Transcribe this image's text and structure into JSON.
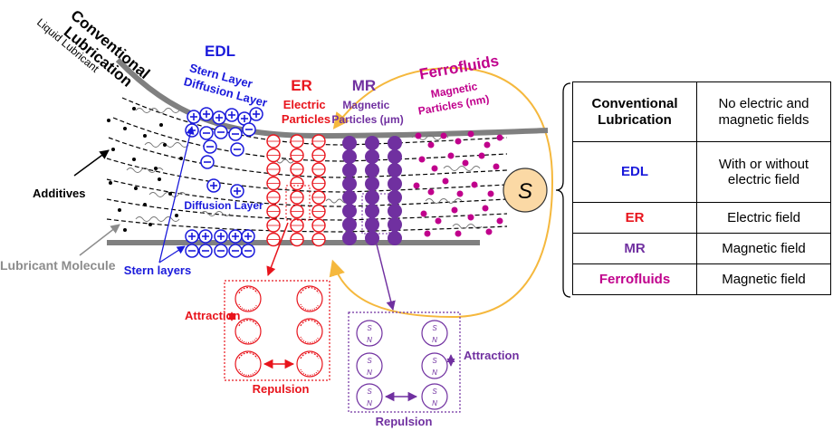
{
  "labels": {
    "conventional_lubrication": [
      "Conventional",
      "Lubrication"
    ],
    "liquid_lubricant": "Liquid Lubricant",
    "edl": "EDL",
    "stern_layer": "Stern Layer",
    "diffusion_layer_top": "Diffusion Layer",
    "er": "ER",
    "electric_particles": [
      "Electric",
      "Particles"
    ],
    "mr": "MR",
    "magnetic_particles_um": [
      "Magnetic",
      "Particles (μm)"
    ],
    "ferrofluids": "Ferrofluids",
    "magnetic_particles_nm": [
      "Magnetic",
      "Particles (nm)"
    ],
    "additives": "Additives",
    "diffusion_layer_mid": "Diffusion Layer",
    "lubricant_molecule": "Lubricant Molecule",
    "stern_layers": "Stern layers",
    "s_symbol": "S",
    "er_attraction": "Attraction",
    "er_repulsion": "Repulsion",
    "mr_attraction": "Attraction",
    "mr_repulsion": "Repulsion",
    "pole_s": "S",
    "pole_n": "N"
  },
  "colors": {
    "edl": "#1a1adb",
    "er": "#e8141c",
    "mr": "#7030a0",
    "ferrofluids": "#c0008c",
    "surface": "#7f7f7f",
    "loop": "#f5b83d",
    "s_circle": "#fbd9a5"
  },
  "table": {
    "rows": [
      {
        "method": [
          "Conventional",
          "Lubrication"
        ],
        "condition": [
          "No electric and",
          "magnetic fields"
        ],
        "color": "#000000"
      },
      {
        "method": [
          "EDL"
        ],
        "condition": [
          "With or without",
          "electric field"
        ],
        "color": "#1a1adb"
      },
      {
        "method": [
          "ER"
        ],
        "condition": [
          "Electric field"
        ],
        "color": "#e8141c"
      },
      {
        "method": [
          "MR"
        ],
        "condition": [
          "Magnetic field"
        ],
        "color": "#7030a0"
      },
      {
        "method": [
          "Ferrofluids"
        ],
        "condition": [
          "Magnetic field"
        ],
        "color": "#c0008c"
      }
    ]
  }
}
